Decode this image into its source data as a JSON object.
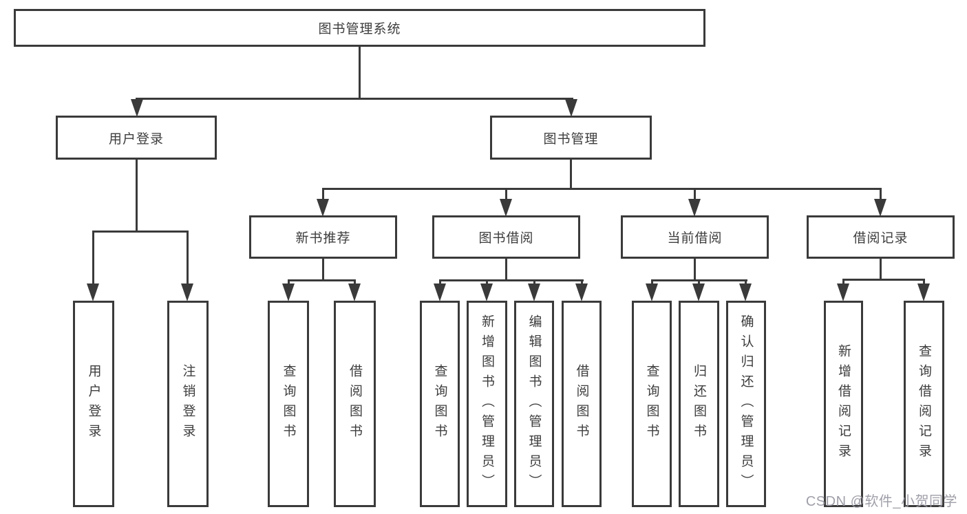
{
  "diagram": {
    "title": "图书管理系统",
    "level2": [
      {
        "label": "用户登录"
      },
      {
        "label": "图书管理"
      }
    ],
    "level3": [
      {
        "label": "新书推荐"
      },
      {
        "label": "图书借阅"
      },
      {
        "label": "当前借阅"
      },
      {
        "label": "借阅记录"
      }
    ],
    "leaves": [
      {
        "label": "用户登录"
      },
      {
        "label": "注销登录"
      },
      {
        "label": "查询图书"
      },
      {
        "label": "借阅图书"
      },
      {
        "label": "查询图书"
      },
      {
        "label": "新增图书（管理员）"
      },
      {
        "label": "编辑图书（管理员）"
      },
      {
        "label": "借阅图书"
      },
      {
        "label": "查询图书"
      },
      {
        "label": "归还图书"
      },
      {
        "label": "确认归还（管理员）"
      },
      {
        "label": "新增借阅记录"
      },
      {
        "label": "查询借阅记录"
      }
    ],
    "watermark": "CSDN @软件_小贺同学",
    "colors": {
      "line": "#3a3a3a",
      "text": "#3d3d3d",
      "watermark": "#9a9aa4",
      "background": "#ffffff"
    }
  }
}
